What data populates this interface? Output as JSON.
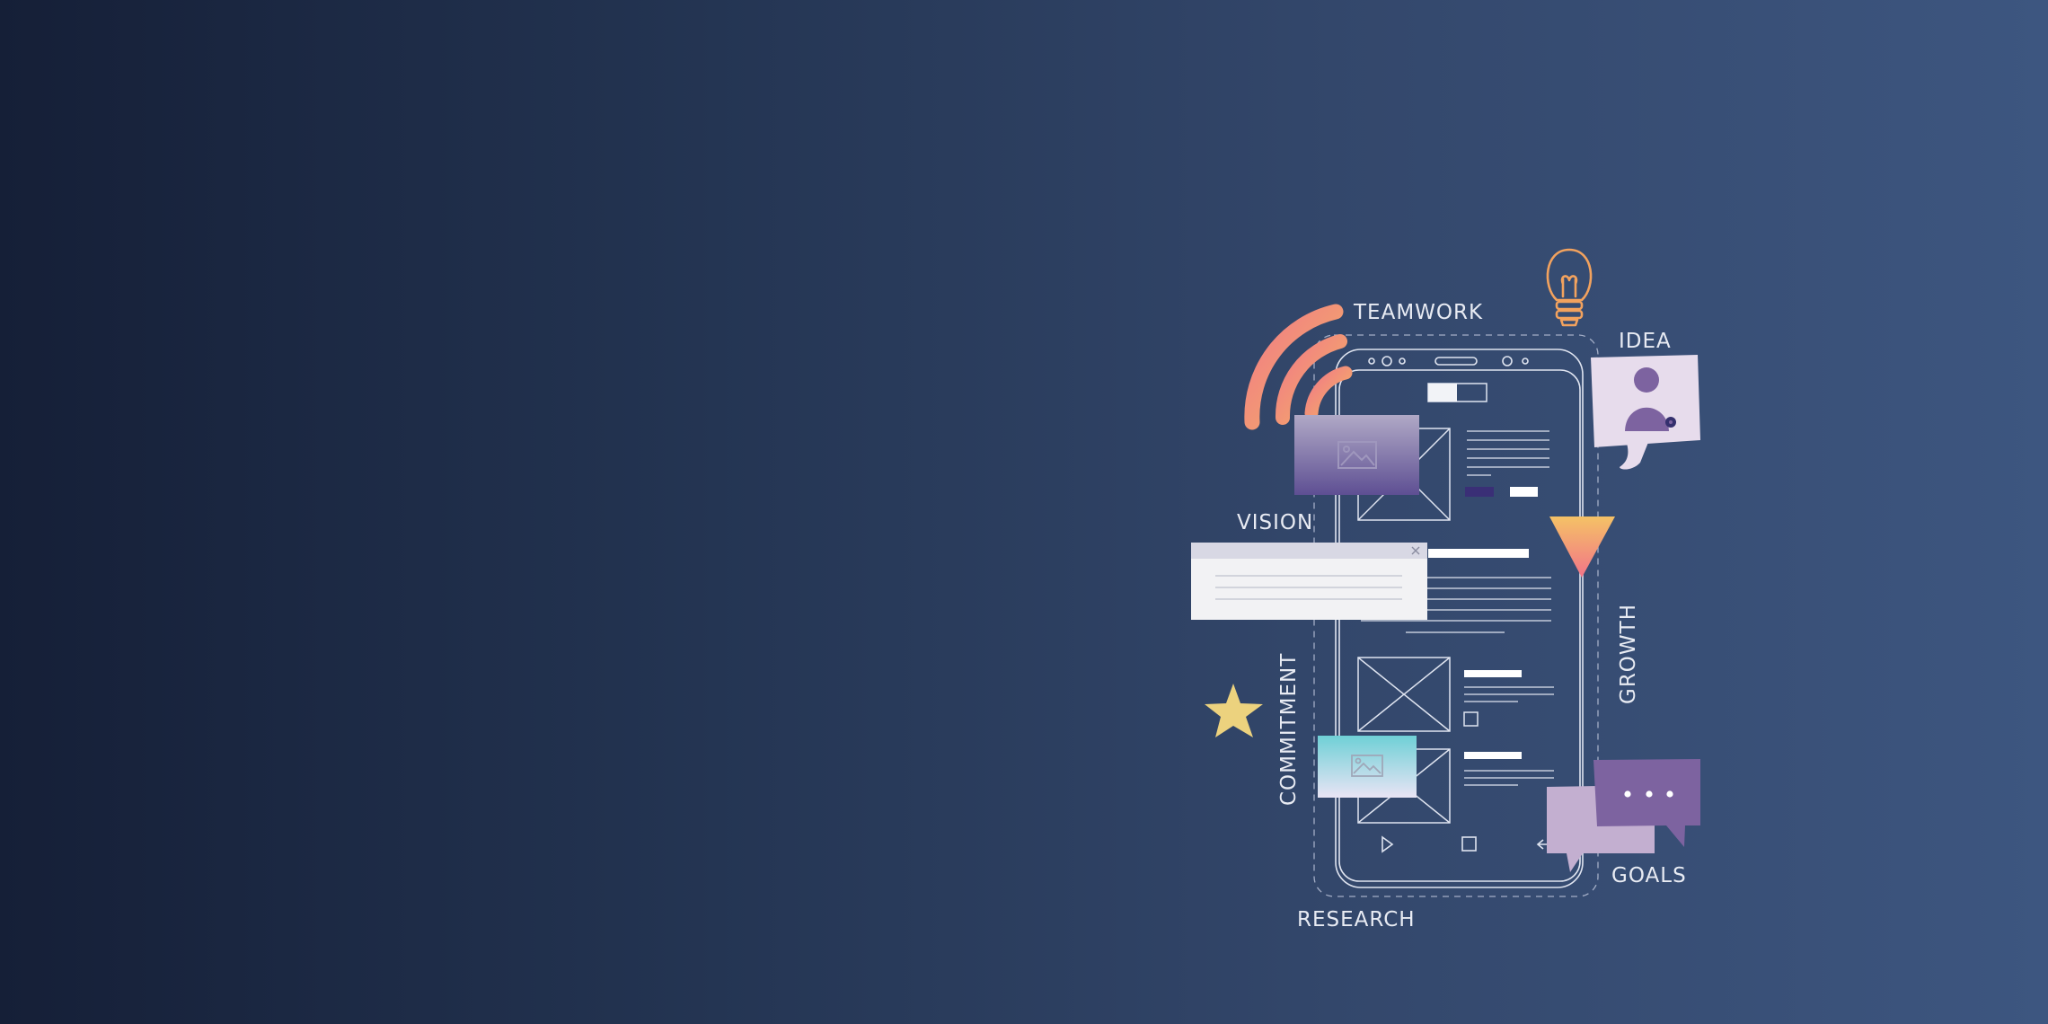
{
  "labels": {
    "teamwork": "TEAMWORK",
    "idea": "IDEA",
    "vision": "VISION",
    "growth": "GROWTH",
    "commitment": "COMMITMENT",
    "goals": "GOALS",
    "research": "RESEARCH"
  },
  "icons": {
    "signal": "wifi-signal-icon",
    "bulb": "lightbulb-icon",
    "profile": "user-profile-icon",
    "funnel": "triangle-funnel-icon",
    "star": "star-icon",
    "chat": "chat-bubble-icon",
    "image": "image-placeholder-icon",
    "close": "close-icon"
  },
  "colors": {
    "background_left": "#151f37",
    "background_right": "#3d5680",
    "line": "#dfe4f0",
    "accent_orange": "#f2a25e",
    "accent_pink": "#f07a86",
    "star": "#ecd27e",
    "purple": "#7d63a0",
    "lilac": "#c3afd0"
  }
}
